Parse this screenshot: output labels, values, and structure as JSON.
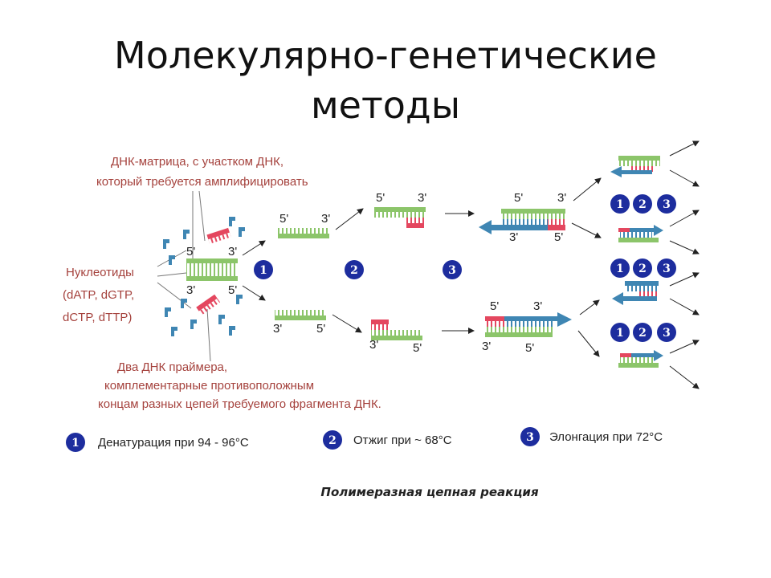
{
  "title_line1": "Молекулярно-генетические",
  "title_line2": "методы",
  "labels": {
    "template": [
      "ДНК-матрица, с участком ДНК,",
      "который требуется амплифицировать"
    ],
    "nucleotides": "Нуклеотиды",
    "nucleotides_list": [
      "(dATP, dGTP,",
      "dCTP, dTTP)"
    ],
    "primers": [
      "Два  ДНК  праймера,",
      "комплементарные противоположным",
      "концам разных цепей требуемого фрагмента ДНК."
    ]
  },
  "ends": {
    "five": "5'",
    "three": "3'"
  },
  "steps": [
    {
      "number": "1",
      "label": "Денатурация при 94 - 96°С"
    },
    {
      "number": "2",
      "label": "Отжиг при ~ 68°С"
    },
    {
      "number": "3",
      "label": "Элонгация при 72°С"
    }
  ],
  "caption": "Полимеразная цепная реакция",
  "colors": {
    "template_strand": "#8cc56a",
    "primer": "#e4475f",
    "new_strand": "#3f86b3",
    "step_badge": "#1d2d9e",
    "label_text": "#a5423d"
  }
}
